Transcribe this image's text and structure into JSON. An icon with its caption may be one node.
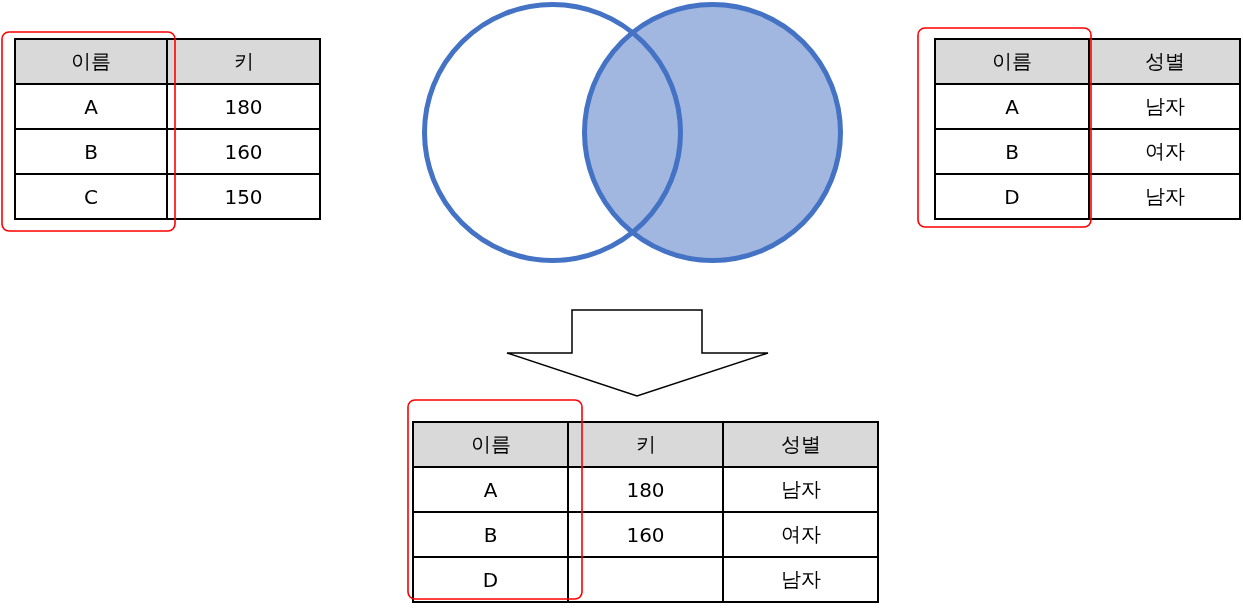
{
  "diagram": {
    "nodes": [
      {
        "text": [],
        "shape": "circle"
      },
      {
        "text": [],
        "shape": "circle"
      }
    ],
    "labels": [
      "이름",
      "키",
      "A",
      "180",
      "B",
      "160",
      "C",
      "150",
      "이름",
      "성별",
      "A",
      "남자",
      "B",
      "여자",
      "D",
      "남자",
      "이름",
      "키",
      "성별",
      "A",
      "180",
      "남자",
      "B",
      "160",
      "여자",
      "D",
      "남자"
    ]
  }
}
